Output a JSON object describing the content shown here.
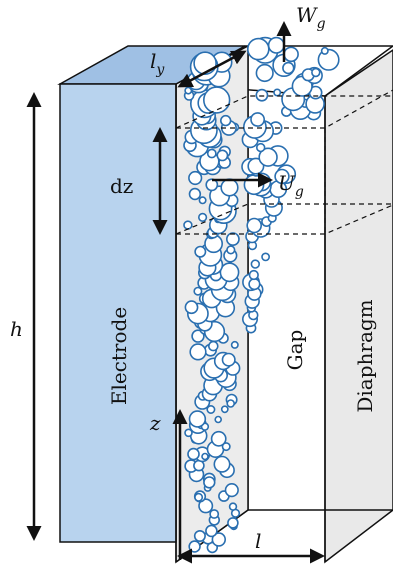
{
  "labels": {
    "h": "h",
    "ly_main": "l",
    "ly_sub": "y",
    "wg_main": "W",
    "wg_sub": "g",
    "dz": "dz",
    "ug_main": "U",
    "ug_sub": "g",
    "z": "z",
    "l": "l",
    "electrode": "Electrode",
    "gap": "Gap",
    "diaphragm": "Diaphragm"
  },
  "colors": {
    "electrode_front": "#b8d3ee",
    "electrode_top": "#9fc0e4",
    "bubble_zone": "#ececec",
    "diaphragm": "#e9e9e9",
    "bubble_stroke": "#2a6fb0",
    "outline": "#111111"
  }
}
